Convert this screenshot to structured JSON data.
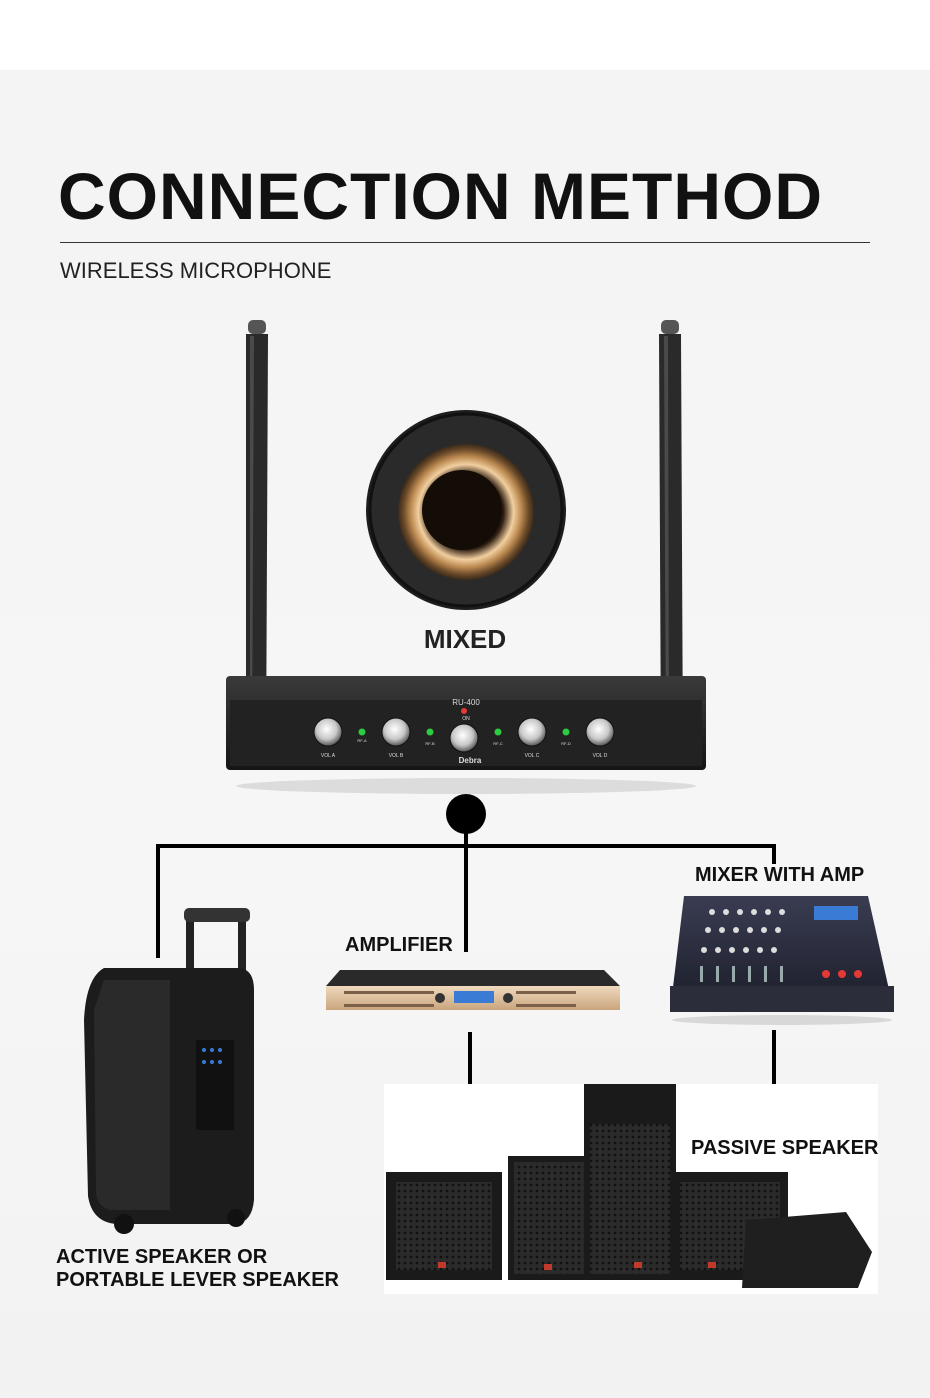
{
  "header": {
    "title": "CONNECTION METHOD",
    "subtitle": "WIRELESS MICROPHONE"
  },
  "jack": {
    "label": "MIXED"
  },
  "receiver": {
    "model": "RU-400",
    "power_label": "ON",
    "brand": "Debra",
    "knob_labels": [
      "VOL A",
      "VOL B",
      "VOL C",
      "VOL D"
    ],
    "rf_labels": [
      "RF-A",
      "RF-B",
      "RF-C",
      "RF-D"
    ]
  },
  "devices": {
    "mixer": "MIXER WITH AMP",
    "amplifier": "AMPLIFIER",
    "passive_speaker": "PASSIVE SPEAKER",
    "active_speaker_line1": "ACTIVE SPEAKER OR",
    "active_speaker_line2": "PORTABLE LEVER SPEAKER"
  },
  "colors": {
    "line": "#000000",
    "brass": "#c9935a",
    "device_dark": "#1c1c1c",
    "amp_gold": "#d8b48c",
    "display_blue": "#3a7bd5"
  }
}
